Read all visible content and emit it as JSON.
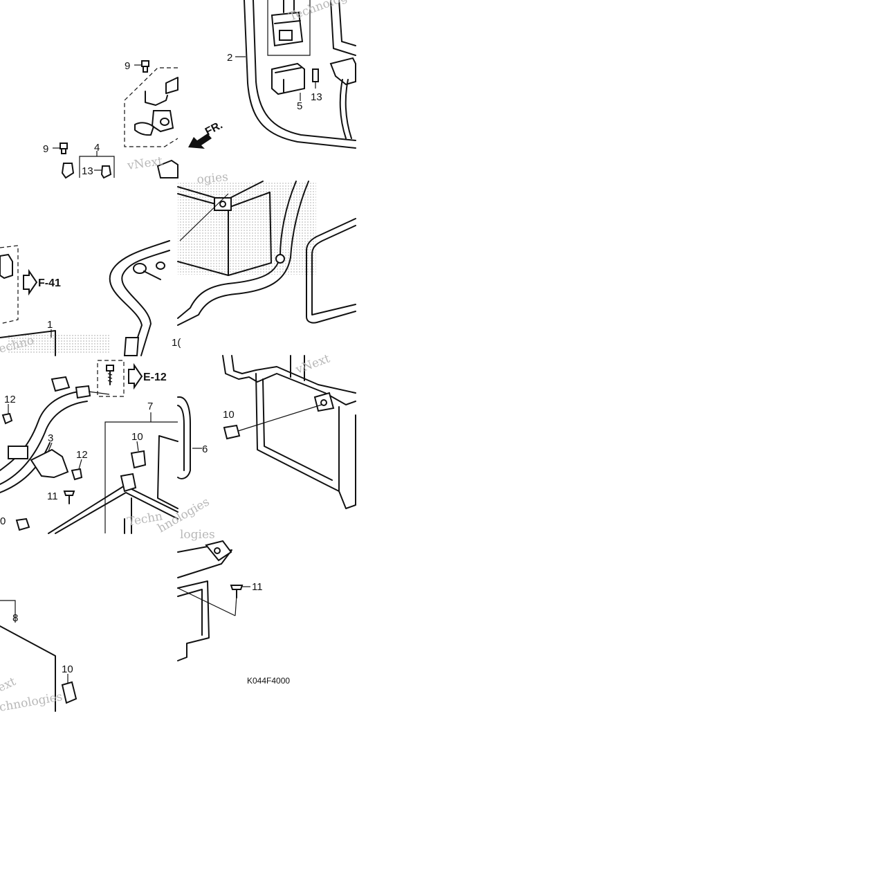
{
  "diagram_code": "K044F4000",
  "direction_label": "FR.",
  "references": [
    "F-41",
    "E-12"
  ],
  "callouts": {
    "c1": "1",
    "c2": "2",
    "c3": "3",
    "c4": "4",
    "c5": "5",
    "c6": "6",
    "c7": "7",
    "c8": "8",
    "c9a": "9",
    "c9b": "9",
    "c10a": "10",
    "c10b": "10",
    "c10c": "10",
    "c10d": "0",
    "c11a": "11",
    "c11b": "11",
    "c12a": "12",
    "c12b": "12",
    "c13a": "13",
    "c13b": "13",
    "c16": "1("
  },
  "watermarks": [
    "vNext",
    "Technologies",
    "echno",
    "ogies",
    "Techn",
    "vNext",
    "ext",
    "chnologies",
    "logies",
    "hnologies"
  ]
}
